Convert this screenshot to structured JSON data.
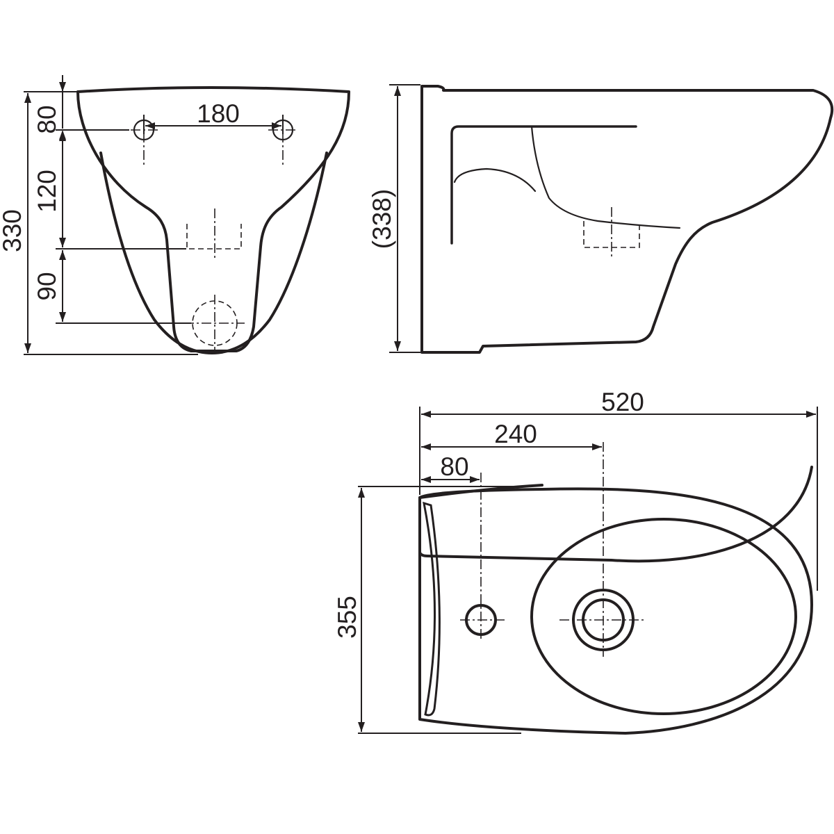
{
  "front_view": {
    "dim_total_height": "330",
    "dim_top_to_bolts": "80",
    "dim_bolts_to_inlet": "120",
    "dim_inlet_to_outlet": "90",
    "dim_bolt_spacing": "180"
  },
  "side_view": {
    "dim_height": "(338)"
  },
  "top_view": {
    "dim_total_length": "520",
    "dim_outlet_offset": "240",
    "dim_tap_offset": "80",
    "dim_width": "355"
  },
  "colors": {
    "line": "#231f20",
    "background": "#ffffff"
  }
}
